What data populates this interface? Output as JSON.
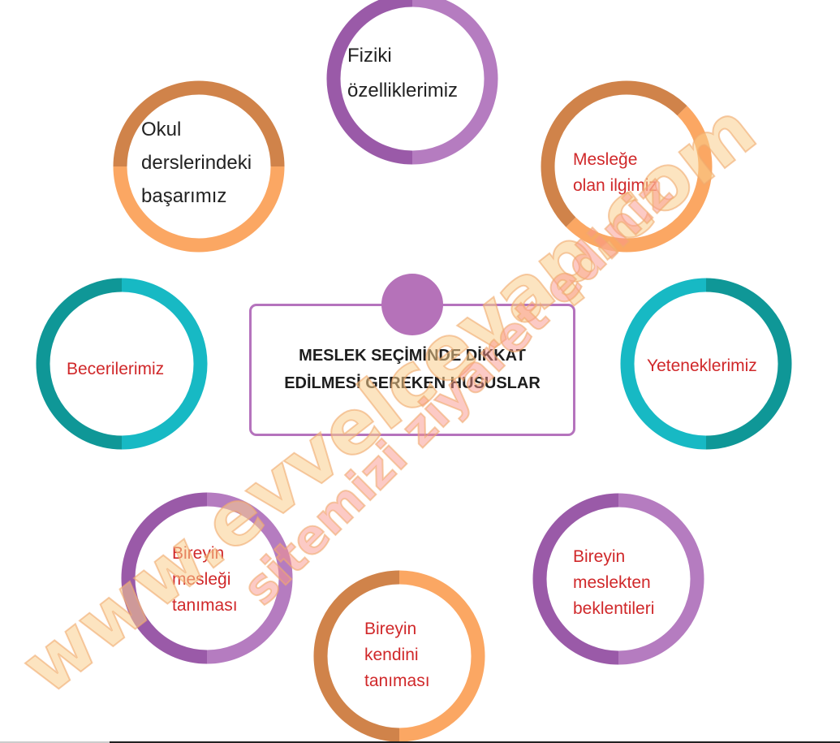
{
  "center": {
    "title_line1": "MESLEK SEÇİMİNDE DİKKAT",
    "title_line2": "EDİLMESİ GEREKEN HUSUSLAR"
  },
  "colors": {
    "purple": [
      "#b57cc0",
      "#9a5aa8"
    ],
    "orange": [
      "#fba763",
      "#d0834a"
    ],
    "teal": [
      "#17b9c4",
      "#0f9797"
    ],
    "label_red": "#d0282a"
  },
  "nodes": [
    {
      "lines": [
        "Fiziki",
        "özelliklerimiz"
      ],
      "color": "purple"
    },
    {
      "lines": [
        "Okul",
        "derslerindeki",
        "başarımız"
      ],
      "color": "orange"
    },
    {
      "lines": [
        "Mesleğe",
        "olan ilgimiz"
      ],
      "color": "orange"
    },
    {
      "lines": [
        "Becerilerimiz"
      ],
      "color": "teal"
    },
    {
      "lines": [
        "Yeteneklerimiz"
      ],
      "color": "teal"
    },
    {
      "lines": [
        "Bireyin",
        "mesleği",
        "tanıması"
      ],
      "color": "purple"
    },
    {
      "lines": [
        "Bireyin",
        "kendini",
        "tanıması"
      ],
      "color": "orange"
    },
    {
      "lines": [
        "Bireyin",
        "meslekten",
        "beklentileri"
      ],
      "color": "purple"
    }
  ],
  "watermark": {
    "line1": "www.evvelcevap.com",
    "line2": "sitemizi ziyaret ediniz"
  }
}
